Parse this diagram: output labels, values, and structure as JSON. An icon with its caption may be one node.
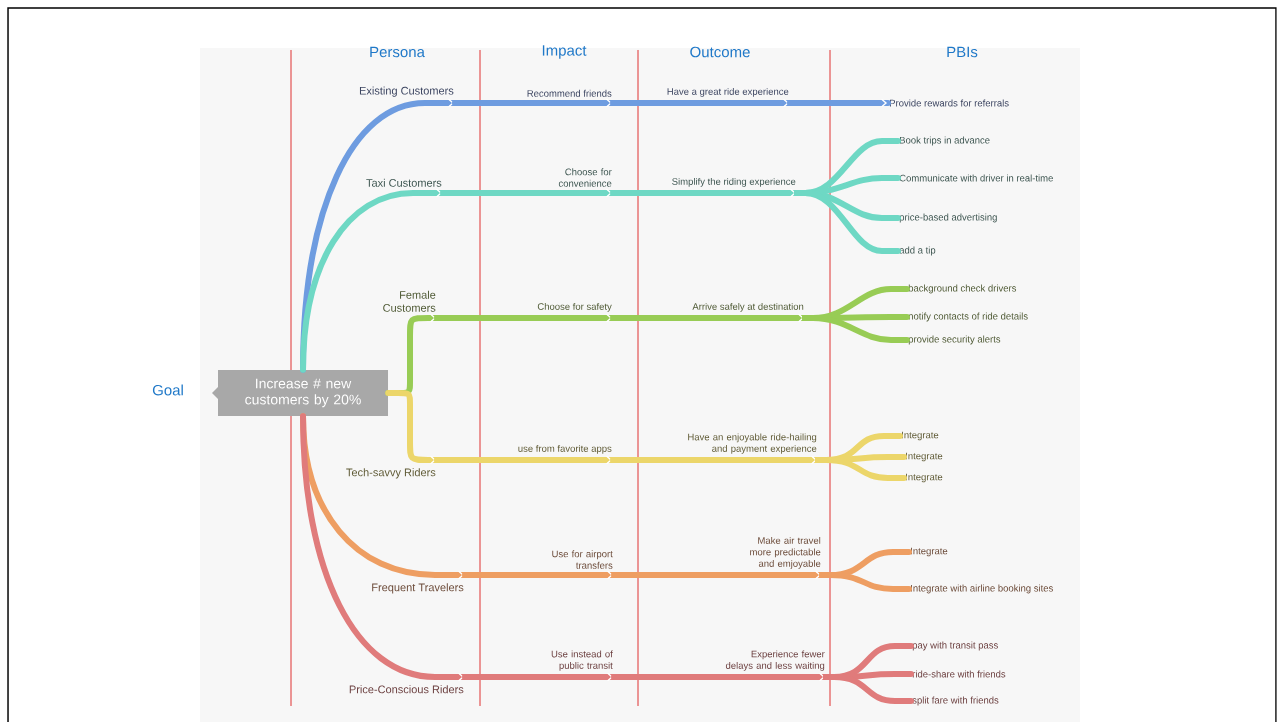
{
  "diagram": {
    "nodes": [
      {
        "text": [
          "Increase # new customers by 20%"
        ]
      },
      {
        "text": [
          "Existing Customers"
        ]
      },
      {
        "text": [
          "Recommend friends"
        ]
      },
      {
        "text": [
          "Have a great ride experience"
        ]
      },
      {
        "text": [
          "Provide rewards for referrals"
        ]
      },
      {
        "text": [
          "Taxi Customers"
        ]
      },
      {
        "text": [
          "Choose for convenience"
        ]
      },
      {
        "text": [
          "Simplify the riding experience"
        ]
      },
      {
        "text": [
          "Book trips in advance"
        ]
      },
      {
        "text": [
          "Communicate with driver in real-time"
        ]
      },
      {
        "text": [
          "price-based advertising"
        ]
      },
      {
        "text": [
          "add a tip"
        ]
      },
      {
        "text": [
          "Female Customers"
        ]
      },
      {
        "text": [
          "Choose for safety"
        ]
      },
      {
        "text": [
          "Arrive safely at destination"
        ]
      },
      {
        "text": [
          "background check drivers"
        ]
      },
      {
        "text": [
          "notify contacts of ride details"
        ]
      },
      {
        "text": [
          "provide security alerts"
        ]
      },
      {
        "text": [
          "Tech-savvy Riders"
        ]
      },
      {
        "text": [
          "use from favorite apps"
        ]
      },
      {
        "text": [
          "Have an enjoyable ride-hailing and payment experience"
        ]
      },
      {
        "text": [
          "Integrate"
        ]
      },
      {
        "text": [
          "Integrate"
        ]
      },
      {
        "text": [
          "Integrate"
        ]
      },
      {
        "text": [
          "Frequent Travelers"
        ]
      },
      {
        "text": [
          "Use for airport transfers"
        ]
      },
      {
        "text": [
          "Make air travel more predictable and emjoyable"
        ]
      },
      {
        "text": [
          "Integrate"
        ]
      },
      {
        "text": [
          "Integrate with airline booking sites"
        ]
      },
      {
        "text": [
          "Price-Conscious Riders"
        ]
      },
      {
        "text": [
          "Use instead of public transit"
        ]
      },
      {
        "text": [
          "Experience fewer delays and less waiting"
        ]
      },
      {
        "text": [
          "pay with transit pass"
        ]
      },
      {
        "text": [
          "ride-share with friends"
        ]
      },
      {
        "text": [
          "split fare with friends"
        ]
      }
    ],
    "edges": [
      {
        "from": 0,
        "to": 1,
        "arrow": "to",
        "color": "#6e9ce0"
      },
      {
        "from": 1,
        "to": 2,
        "arrow": "to",
        "color": "#6e9ce0"
      },
      {
        "from": 2,
        "to": 3,
        "arrow": "to",
        "color": "#6e9ce0"
      },
      {
        "from": 3,
        "to": 4,
        "arrow": "to",
        "color": "#6e9ce0"
      },
      {
        "from": 0,
        "to": 5,
        "arrow": "to",
        "color": "#6ed8c4"
      },
      {
        "from": 5,
        "to": 6,
        "arrow": "to",
        "color": "#6ed8c4"
      },
      {
        "from": 6,
        "to": 7,
        "arrow": "to",
        "color": "#6ed8c4"
      },
      {
        "from": 7,
        "to": 8,
        "arrow": "none",
        "color": "#6ed8c4"
      },
      {
        "from": 7,
        "to": 9,
        "arrow": "none",
        "color": "#6ed8c4"
      },
      {
        "from": 7,
        "to": 10,
        "arrow": "none",
        "color": "#6ed8c4"
      },
      {
        "from": 7,
        "to": 11,
        "arrow": "none",
        "color": "#6ed8c4"
      },
      {
        "from": 0,
        "to": 12,
        "arrow": "to",
        "color": "#98cc55"
      },
      {
        "from": 12,
        "to": 13,
        "arrow": "to",
        "color": "#98cc55"
      },
      {
        "from": 13,
        "to": 14,
        "arrow": "to",
        "color": "#98cc55"
      },
      {
        "from": 14,
        "to": 15,
        "arrow": "none",
        "color": "#98cc55"
      },
      {
        "from": 14,
        "to": 16,
        "arrow": "none",
        "color": "#98cc55"
      },
      {
        "from": 14,
        "to": 17,
        "arrow": "none",
        "color": "#98cc55"
      },
      {
        "from": 0,
        "to": 18,
        "arrow": "to",
        "color": "#ecd66a"
      },
      {
        "from": 18,
        "to": 19,
        "arrow": "to",
        "color": "#ecd66a"
      },
      {
        "from": 19,
        "to": 20,
        "arrow": "to",
        "color": "#ecd66a"
      },
      {
        "from": 20,
        "to": 21,
        "arrow": "none",
        "color": "#ecd66a"
      },
      {
        "from": 20,
        "to": 22,
        "arrow": "none",
        "color": "#ecd66a"
      },
      {
        "from": 20,
        "to": 23,
        "arrow": "none",
        "color": "#ecd66a"
      },
      {
        "from": 0,
        "to": 24,
        "arrow": "to",
        "color": "#ee9e62"
      },
      {
        "from": 24,
        "to": 25,
        "arrow": "to",
        "color": "#ee9e62"
      },
      {
        "from": 25,
        "to": 26,
        "arrow": "to",
        "color": "#ee9e62"
      },
      {
        "from": 26,
        "to": 27,
        "arrow": "none",
        "color": "#ee9e62"
      },
      {
        "from": 26,
        "to": 28,
        "arrow": "none",
        "color": "#ee9e62"
      },
      {
        "from": 0,
        "to": 29,
        "arrow": "to",
        "color": "#e07b7b"
      },
      {
        "from": 29,
        "to": 30,
        "arrow": "to",
        "color": "#e07b7b"
      },
      {
        "from": 30,
        "to": 31,
        "arrow": "to",
        "color": "#e07b7b"
      },
      {
        "from": 31,
        "to": 32,
        "arrow": "none",
        "color": "#e07b7b"
      },
      {
        "from": 31,
        "to": 33,
        "arrow": "none",
        "color": "#e07b7b"
      },
      {
        "from": 31,
        "to": 34,
        "arrow": "none",
        "color": "#e07b7b"
      }
    ],
    "labels": [
      "Persona",
      "Impact",
      "Outcome",
      "PBIs",
      "Goal"
    ]
  }
}
